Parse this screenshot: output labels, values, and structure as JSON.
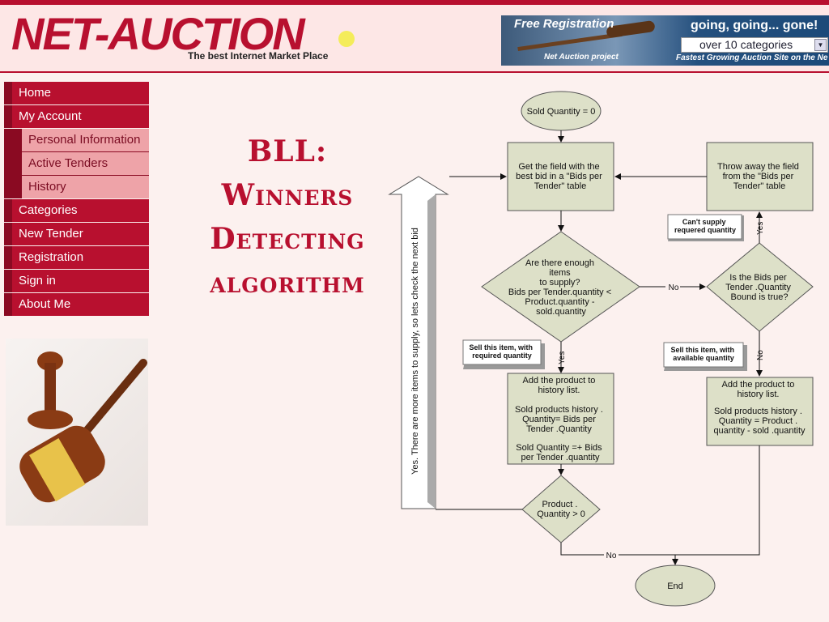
{
  "header": {
    "logo": "NET-AUCTION",
    "tagline": "The best Internet Market Place",
    "banner": {
      "registration": "Free Registration",
      "slogan": "going, going... gone!",
      "select_value": "over  10  categories",
      "project": "Net Auction project",
      "fastest": "Fastest Growing Auction Site on the Ne"
    }
  },
  "menu": {
    "home": "Home",
    "account": "My Account",
    "personal": "Personal Information",
    "active": "Active Tenders",
    "history": "History",
    "categories": "Categories",
    "new_tender": "New Tender",
    "registration": "Registration",
    "signin": "Sign in",
    "about": "About Me"
  },
  "slide_title": {
    "line1": "BLL:",
    "line2": "Winners",
    "line3": "Detecting",
    "line4": "algorithm"
  },
  "flow": {
    "start": "Sold Quantity = 0",
    "get_field": [
      "Get the field with the",
      "best bid in a \"Bids per",
      "Tender\" table"
    ],
    "throw_field": [
      "Throw away the field",
      "from the \"Bids per",
      "Tender\" table"
    ],
    "enough": [
      "Are there enough",
      "items",
      "to supply?",
      "Bids per Tender.quantity <",
      "Product.quantity -",
      "sold.quantity"
    ],
    "bound": [
      "Is the Bids per",
      "Tender .Quantity",
      "Bound is true?"
    ],
    "cant_supply": [
      "Can't supply",
      "requered quantity"
    ],
    "sell_req": [
      "Sell this item, with",
      "required quantity"
    ],
    "sell_avail": [
      "Sell this item, with",
      "available quantity"
    ],
    "add_left": [
      "Add the product to",
      "history list.",
      "",
      "Sold products history .",
      "Quantity= Bids per",
      "Tender .Quantity",
      "",
      "Sold Quantity =+ Bids",
      "per Tender .quantity"
    ],
    "add_right": [
      "Add the product to",
      "history list.",
      "",
      "Sold products history .",
      "Quantity = Product .",
      "quantity - sold .quantity"
    ],
    "product_qty": [
      "Product .",
      "Quantity > 0"
    ],
    "end": "End",
    "loop_label": "Yes. There are more items to supply, so lets check the next bid",
    "yes": "Yes",
    "no": "No"
  }
}
